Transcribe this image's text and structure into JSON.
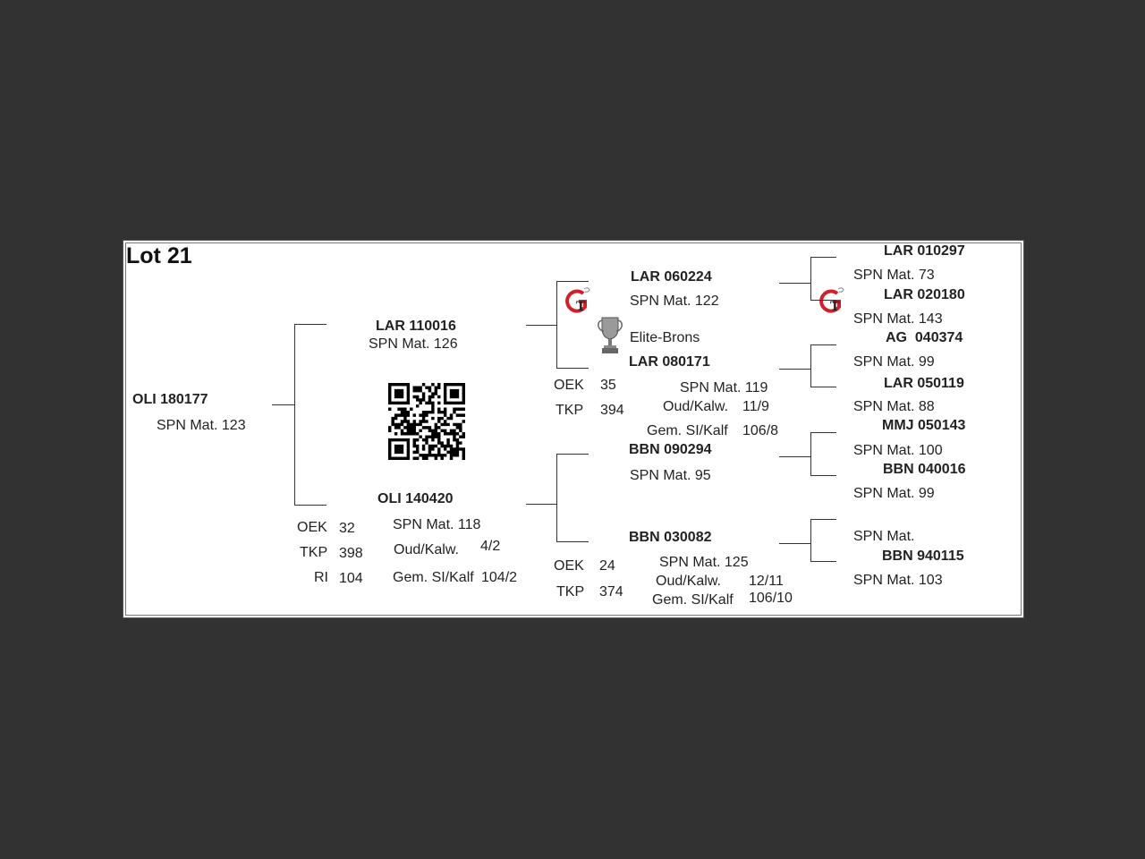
{
  "lot_title": "Lot 21",
  "subject": {
    "id": "OLI 180177",
    "spn": "SPN Mat. 123"
  },
  "sire": {
    "id": "LAR 110016",
    "spn": "SPN Mat. 126"
  },
  "dam": {
    "id": "OLI 140420",
    "spn": "SPN Mat. 118",
    "oek_label": "OEK",
    "oek": "32",
    "tkp_label": "TKP",
    "tkp": "398",
    "ri_label": "RI",
    "ri": "104",
    "oud_label": "Oud/Kalw.",
    "oud": "4/2",
    "gem_label": "Gem. SI/Kalf",
    "gem": "104/2"
  },
  "ss": {
    "id": "LAR 060224",
    "spn": "SPN Mat. 122"
  },
  "award": "Elite-Brons",
  "sd": {
    "id": "LAR 080171",
    "spn": "SPN Mat. 119",
    "oek_label": "OEK",
    "oek": "35",
    "tkp_label": "TKP",
    "tkp": "394",
    "oud_label": "Oud/Kalw.",
    "oud": "11/9",
    "gem_label": "Gem. SI/Kalf",
    "gem": "106/8"
  },
  "ds": {
    "id": "BBN 090294",
    "spn": "SPN Mat. 95"
  },
  "dd": {
    "id": "BBN 030082",
    "spn": "SPN Mat. 125",
    "oek_label": "OEK",
    "oek": "24",
    "tkp_label": "TKP",
    "tkp": "374",
    "oud_label": "Oud/Kalw.",
    "oud": "12/11",
    "gem_label": "Gem. SI/Kalf",
    "gem": "106/10"
  },
  "ggp": [
    {
      "id": "LAR 010297",
      "spn": "SPN Mat. 73"
    },
    {
      "id": "LAR 020180",
      "spn": "SPN Mat. 143"
    },
    {
      "id": "AG  040374",
      "spn": "SPN Mat. 99"
    },
    {
      "id": "LAR 050119",
      "spn": "SPN Mat. 88"
    },
    {
      "id": "MMJ 050143",
      "spn": "SPN Mat. 100"
    },
    {
      "id": "BBN 040016",
      "spn": "SPN Mat. 99"
    },
    {
      "id": "",
      "spn": "SPN Mat."
    },
    {
      "id": "BBN 940115",
      "spn": "SPN Mat. 103"
    }
  ],
  "icons": {
    "gt_logo": "gt-logo-icon",
    "trophy": "trophy-icon",
    "qr": "qr-code"
  },
  "colors": {
    "background": "#323232",
    "paper": "#ffffff",
    "logo_red": "#d0202a"
  }
}
